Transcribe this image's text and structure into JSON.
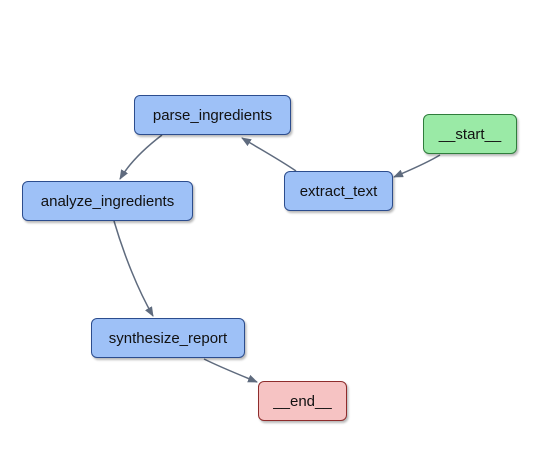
{
  "colors": {
    "task_fill": "#9ec1f7",
    "task_border": "#2c4d8e",
    "start_fill": "#9aeaa6",
    "start_border": "#2f7d3c",
    "end_fill": "#f6c3c3",
    "end_border": "#8e2c2c",
    "edge": "#5f6b7e"
  },
  "nodes": {
    "start": {
      "label": "__start__"
    },
    "extract_text": {
      "label": "extract_text"
    },
    "parse_ingredients": {
      "label": "parse_ingredients"
    },
    "analyze_ingredients": {
      "label": "analyze_ingredients"
    },
    "synthesize_report": {
      "label": "synthesize_report"
    },
    "end": {
      "label": "__end__"
    }
  },
  "edges": [
    {
      "from": "__start__",
      "to": "extract_text"
    },
    {
      "from": "extract_text",
      "to": "parse_ingredients"
    },
    {
      "from": "parse_ingredients",
      "to": "analyze_ingredients"
    },
    {
      "from": "analyze_ingredients",
      "to": "synthesize_report"
    },
    {
      "from": "synthesize_report",
      "to": "__end__"
    }
  ]
}
